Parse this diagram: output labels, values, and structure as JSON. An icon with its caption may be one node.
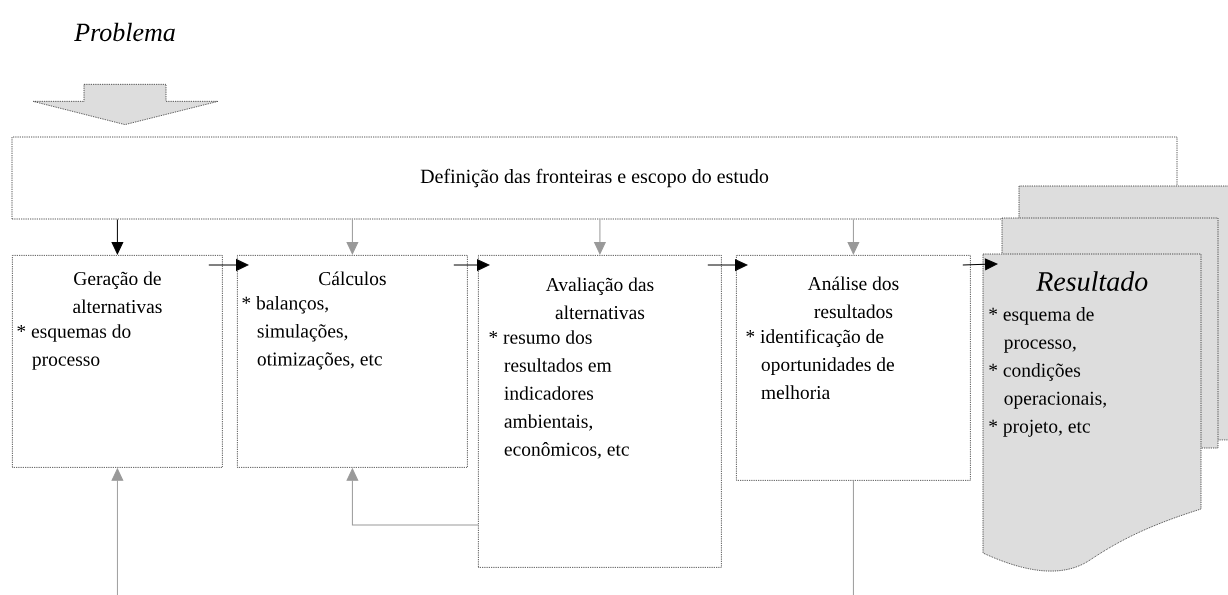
{
  "diagram": {
    "nodes": [
      {
        "text": [
          "Problema"
        ]
      },
      {
        "text": [
          "Definição das fronteiras e escopo do estudo"
        ]
      },
      {
        "text": [
          "Geração de alternativas",
          "* esquemas do processo"
        ]
      },
      {
        "text": [
          "Cálculos",
          "* balanços, simulações, otimizações, etc"
        ]
      },
      {
        "text": [
          "Avaliação das alternativas",
          "* resumo dos resultados em indicadores ambientais, econômicos, etc"
        ]
      },
      {
        "text": [
          "Análise dos resultados",
          "* identificação de oportunidades de melhoria"
        ]
      },
      {
        "text": [
          "Resultado",
          "* esquema de processo,",
          "* condições operacionais,",
          "* projeto, etc"
        ]
      }
    ],
    "edges": [
      {
        "from": 0,
        "to": 1,
        "arrow": "to",
        "style": "thick",
        "color": "#dddddd"
      },
      {
        "from": 1,
        "to": 2,
        "arrow": "to",
        "color": "#000000"
      },
      {
        "from": 1,
        "to": 3,
        "arrow": "to",
        "color": "#999999"
      },
      {
        "from": 1,
        "to": 4,
        "arrow": "to",
        "color": "#999999"
      },
      {
        "from": 1,
        "to": 5,
        "arrow": "to",
        "color": "#999999"
      },
      {
        "from": 2,
        "to": 3,
        "arrow": "to",
        "color": "#000000"
      },
      {
        "from": 3,
        "to": 4,
        "arrow": "to",
        "color": "#000000"
      },
      {
        "from": 4,
        "to": 5,
        "arrow": "to",
        "color": "#000000"
      },
      {
        "from": 5,
        "to": 6,
        "arrow": "to",
        "color": "#000000"
      },
      {
        "from": 4,
        "to": 3,
        "arrow": "to",
        "color": "#999999"
      },
      {
        "from": null,
        "to": 2,
        "arrow": "to",
        "color": "#999999"
      },
      {
        "from": 5,
        "to": null,
        "arrow": "none",
        "color": "#999999"
      }
    ]
  }
}
